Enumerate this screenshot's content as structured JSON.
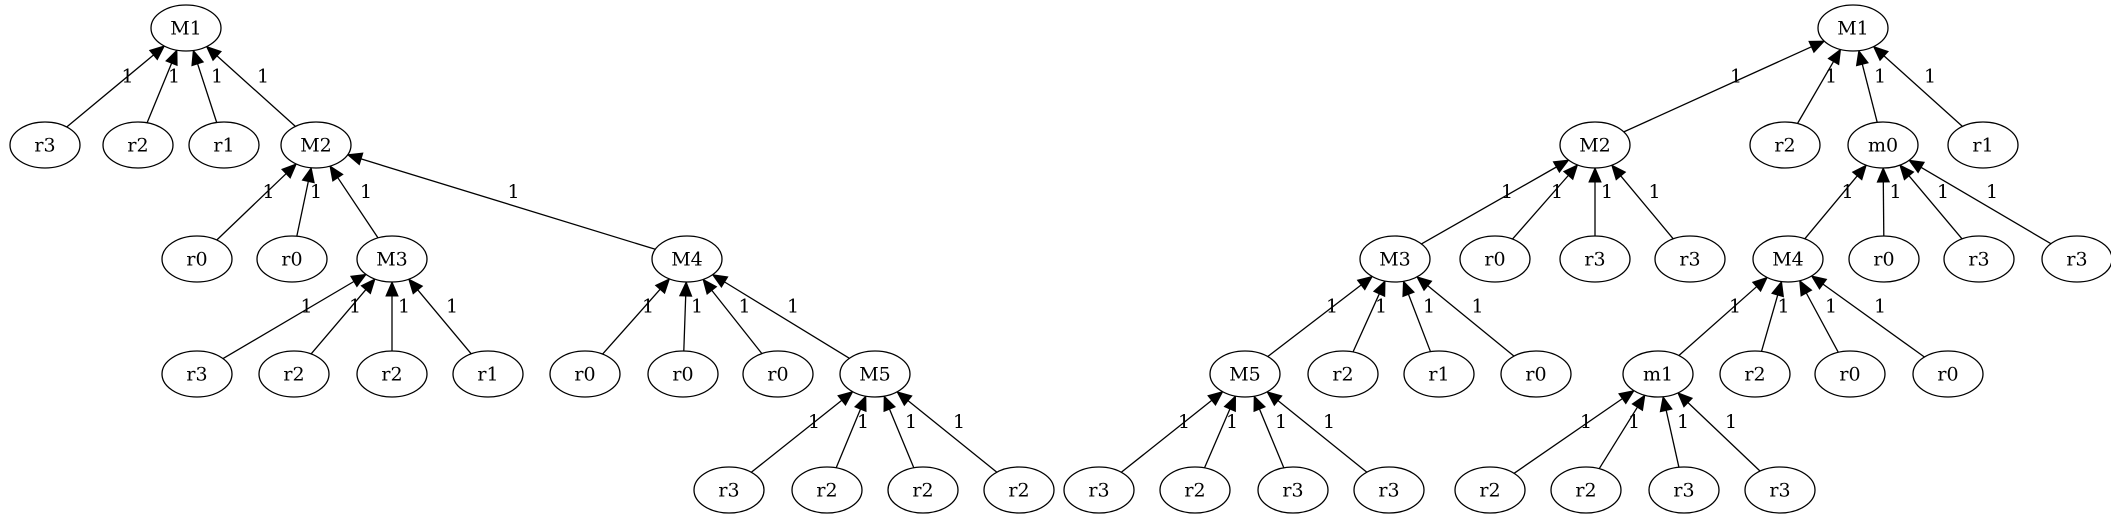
{
  "diagram": {
    "type": "directed-tree-graph",
    "colors": {
      "stroke": "#000000",
      "background": "#ffffff",
      "node_fill": "#ffffff"
    },
    "trees": [
      {
        "nodes": [
          {
            "id": "t1_M1",
            "label": "M1"
          },
          {
            "id": "t1_r3a",
            "label": "r3"
          },
          {
            "id": "t1_r2a",
            "label": "r2"
          },
          {
            "id": "t1_r1a",
            "label": "r1"
          },
          {
            "id": "t1_M2",
            "label": "M2"
          },
          {
            "id": "t1_r0a",
            "label": "r0"
          },
          {
            "id": "t1_r0b",
            "label": "r0"
          },
          {
            "id": "t1_M3",
            "label": "M3"
          },
          {
            "id": "t1_M4",
            "label": "M4"
          },
          {
            "id": "t1_r3b",
            "label": "r3"
          },
          {
            "id": "t1_r2b",
            "label": "r2"
          },
          {
            "id": "t1_r2c",
            "label": "r2"
          },
          {
            "id": "t1_r1b",
            "label": "r1"
          },
          {
            "id": "t1_r0c",
            "label": "r0"
          },
          {
            "id": "t1_r0d",
            "label": "r0"
          },
          {
            "id": "t1_r0e",
            "label": "r0"
          },
          {
            "id": "t1_M5",
            "label": "M5"
          },
          {
            "id": "t1_r3c",
            "label": "r3"
          },
          {
            "id": "t1_r2d",
            "label": "r2"
          },
          {
            "id": "t1_r2e",
            "label": "r2"
          },
          {
            "id": "t1_r2f",
            "label": "r2"
          }
        ],
        "edges": [
          {
            "from": "t1_r3a",
            "to": "t1_M1",
            "label": "1"
          },
          {
            "from": "t1_r2a",
            "to": "t1_M1",
            "label": "1"
          },
          {
            "from": "t1_r1a",
            "to": "t1_M1",
            "label": "1"
          },
          {
            "from": "t1_M2",
            "to": "t1_M1",
            "label": "1"
          },
          {
            "from": "t1_r0a",
            "to": "t1_M2",
            "label": "1"
          },
          {
            "from": "t1_r0b",
            "to": "t1_M2",
            "label": "1"
          },
          {
            "from": "t1_M3",
            "to": "t1_M2",
            "label": "1"
          },
          {
            "from": "t1_M4",
            "to": "t1_M2",
            "label": "1"
          },
          {
            "from": "t1_r3b",
            "to": "t1_M3",
            "label": "1"
          },
          {
            "from": "t1_r2b",
            "to": "t1_M3",
            "label": "1"
          },
          {
            "from": "t1_r2c",
            "to": "t1_M3",
            "label": "1"
          },
          {
            "from": "t1_r1b",
            "to": "t1_M3",
            "label": "1"
          },
          {
            "from": "t1_r0c",
            "to": "t1_M4",
            "label": "1"
          },
          {
            "from": "t1_r0d",
            "to": "t1_M4",
            "label": "1"
          },
          {
            "from": "t1_r0e",
            "to": "t1_M4",
            "label": "1"
          },
          {
            "from": "t1_M5",
            "to": "t1_M4",
            "label": "1"
          },
          {
            "from": "t1_r3c",
            "to": "t1_M5",
            "label": "1"
          },
          {
            "from": "t1_r2d",
            "to": "t1_M5",
            "label": "1"
          },
          {
            "from": "t1_r2e",
            "to": "t1_M5",
            "label": "1"
          },
          {
            "from": "t1_r2f",
            "to": "t1_M5",
            "label": "1"
          }
        ]
      },
      {
        "nodes": [
          {
            "id": "t2_M1",
            "label": "M1"
          },
          {
            "id": "t2_M2",
            "label": "M2"
          },
          {
            "id": "t2_r2a",
            "label": "r2"
          },
          {
            "id": "t2_m0",
            "label": "m0"
          },
          {
            "id": "t2_r1a",
            "label": "r1"
          },
          {
            "id": "t2_M3",
            "label": "M3"
          },
          {
            "id": "t2_r0a",
            "label": "r0"
          },
          {
            "id": "t2_r3a",
            "label": "r3"
          },
          {
            "id": "t2_r3b",
            "label": "r3"
          },
          {
            "id": "t2_M4",
            "label": "M4"
          },
          {
            "id": "t2_r0b",
            "label": "r0"
          },
          {
            "id": "t2_r3c",
            "label": "r3"
          },
          {
            "id": "t2_r3d",
            "label": "r3"
          },
          {
            "id": "t2_M5",
            "label": "M5"
          },
          {
            "id": "t2_r2b",
            "label": "r2"
          },
          {
            "id": "t2_r1b",
            "label": "r1"
          },
          {
            "id": "t2_r0c",
            "label": "r0"
          },
          {
            "id": "t2_m1",
            "label": "m1"
          },
          {
            "id": "t2_r2c",
            "label": "r2"
          },
          {
            "id": "t2_r0d",
            "label": "r0"
          },
          {
            "id": "t2_r0e",
            "label": "r0"
          },
          {
            "id": "t2_r3e",
            "label": "r3"
          },
          {
            "id": "t2_r2d",
            "label": "r2"
          },
          {
            "id": "t2_r3f",
            "label": "r3"
          },
          {
            "id": "t2_r3g",
            "label": "r3"
          },
          {
            "id": "t2_r2e",
            "label": "r2"
          },
          {
            "id": "t2_r2f",
            "label": "r2"
          },
          {
            "id": "t2_r3h",
            "label": "r3"
          },
          {
            "id": "t2_r3i",
            "label": "r3"
          }
        ],
        "edges": [
          {
            "from": "t2_M2",
            "to": "t2_M1",
            "label": "1"
          },
          {
            "from": "t2_r2a",
            "to": "t2_M1",
            "label": "1"
          },
          {
            "from": "t2_m0",
            "to": "t2_M1",
            "label": "1"
          },
          {
            "from": "t2_r1a",
            "to": "t2_M1",
            "label": "1"
          },
          {
            "from": "t2_M3",
            "to": "t2_M2",
            "label": "1"
          },
          {
            "from": "t2_r0a",
            "to": "t2_M2",
            "label": "1"
          },
          {
            "from": "t2_r3a",
            "to": "t2_M2",
            "label": "1"
          },
          {
            "from": "t2_r3b",
            "to": "t2_M2",
            "label": "1"
          },
          {
            "from": "t2_M4",
            "to": "t2_m0",
            "label": "1"
          },
          {
            "from": "t2_r0b",
            "to": "t2_m0",
            "label": "1"
          },
          {
            "from": "t2_r3c",
            "to": "t2_m0",
            "label": "1"
          },
          {
            "from": "t2_r3d",
            "to": "t2_m0",
            "label": "1"
          },
          {
            "from": "t2_M5",
            "to": "t2_M3",
            "label": "1"
          },
          {
            "from": "t2_r2b",
            "to": "t2_M3",
            "label": "1"
          },
          {
            "from": "t2_r1b",
            "to": "t2_M3",
            "label": "1"
          },
          {
            "from": "t2_r0c",
            "to": "t2_M3",
            "label": "1"
          },
          {
            "from": "t2_m1",
            "to": "t2_M4",
            "label": "1"
          },
          {
            "from": "t2_r2c",
            "to": "t2_M4",
            "label": "1"
          },
          {
            "from": "t2_r0d",
            "to": "t2_M4",
            "label": "1"
          },
          {
            "from": "t2_r0e",
            "to": "t2_M4",
            "label": "1"
          },
          {
            "from": "t2_r3e",
            "to": "t2_M5",
            "label": "1"
          },
          {
            "from": "t2_r2d",
            "to": "t2_M5",
            "label": "1"
          },
          {
            "from": "t2_r3f",
            "to": "t2_M5",
            "label": "1"
          },
          {
            "from": "t2_r3g",
            "to": "t2_M5",
            "label": "1"
          },
          {
            "from": "t2_r2e",
            "to": "t2_m1",
            "label": "1"
          },
          {
            "from": "t2_r2f",
            "to": "t2_m1",
            "label": "1"
          },
          {
            "from": "t2_r3h",
            "to": "t2_m1",
            "label": "1"
          },
          {
            "from": "t2_r3i",
            "to": "t2_m1",
            "label": "1"
          }
        ]
      }
    ]
  }
}
